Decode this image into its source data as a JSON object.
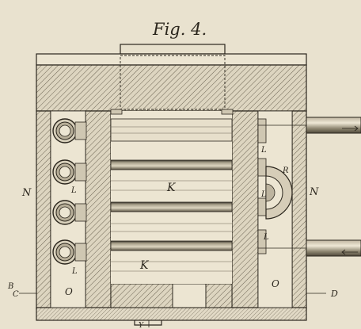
{
  "figure": {
    "title": "Fig. 4.",
    "labels": {
      "N_left": "N",
      "N_right": "N",
      "K_upper": "K",
      "K_lower": "K",
      "L_1": "L",
      "L_2": "L",
      "L_3": "L",
      "L_4": "L",
      "L_5": "L",
      "R": "R",
      "O_left": "O",
      "O_right": "O",
      "B": "B",
      "C": "C",
      "D": "D",
      "Y": "Y"
    }
  },
  "colors": {
    "paper": "#e9e2cf",
    "ink": "#2b261d",
    "hatch": "#6d6554"
  }
}
